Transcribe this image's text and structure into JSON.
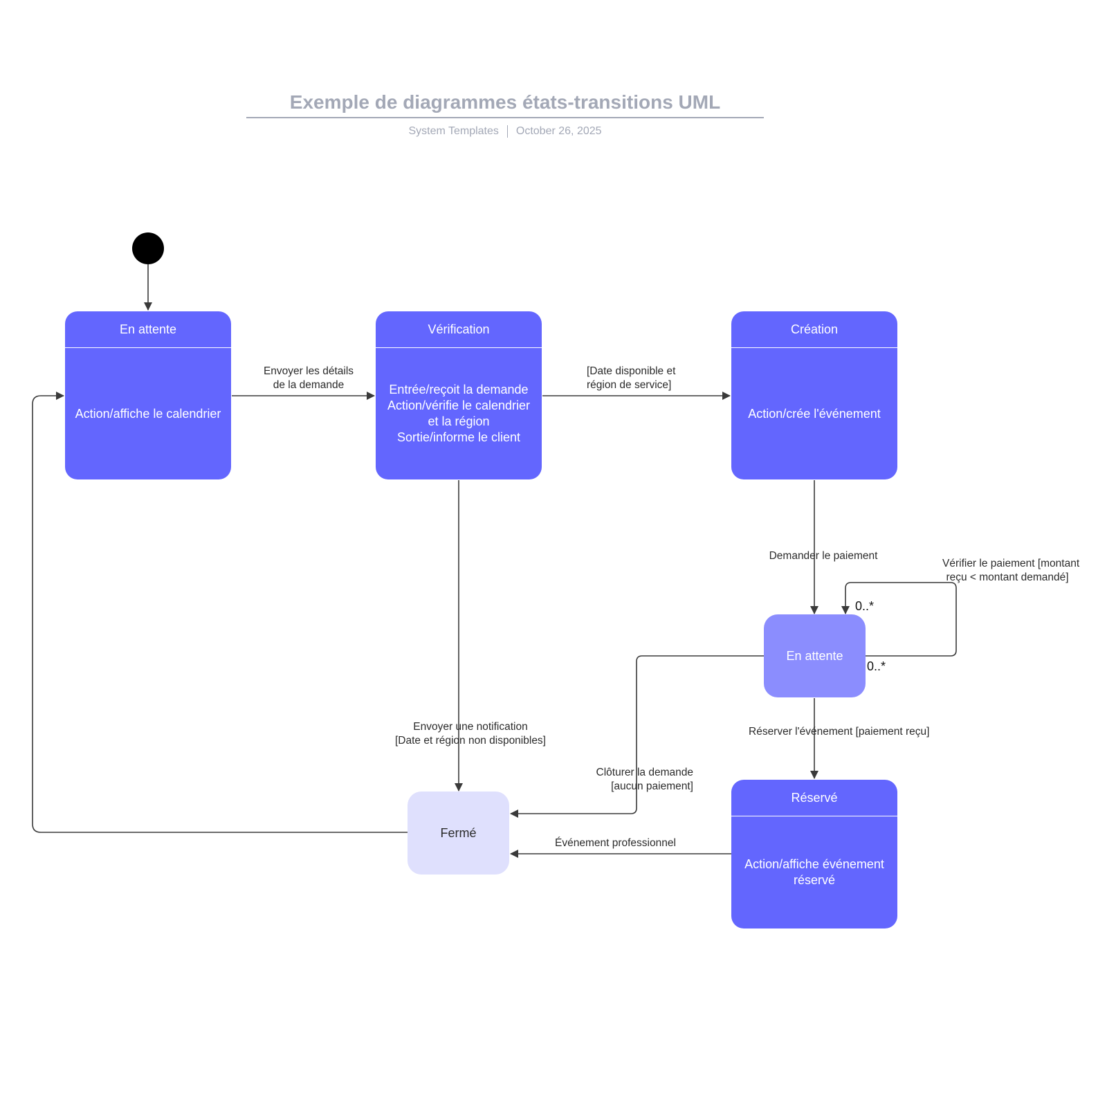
{
  "header": {
    "title": "Exemple de diagrammes états-transitions UML",
    "source": "System Templates",
    "date": "October 26, 2025"
  },
  "colors": {
    "state": "#6366fe",
    "state_light": "#8b8dfe",
    "state_pale": "#dfe0fd",
    "edge": "#3a3a3a",
    "initial": "#000000"
  },
  "states": {
    "en_attente": {
      "title": "En attente",
      "body": [
        "Action/affiche le calendrier"
      ]
    },
    "verification": {
      "title": "Vérification",
      "body": [
        "Entrée/reçoit la demande",
        "Action/vérifie le calendrier",
        "et la région",
        "Sortie/informe le client"
      ]
    },
    "creation": {
      "title": "Création",
      "body": [
        "Action/crée l'événement"
      ]
    },
    "en_attente_2": {
      "title": "En attente"
    },
    "reserve": {
      "title": "Réservé",
      "body": [
        "Action/affiche événement réservé"
      ]
    },
    "ferme": {
      "title": "Fermé"
    }
  },
  "transitions": {
    "envoyer_details": [
      "Envoyer les détails",
      "de la demande"
    ],
    "date_disponible": [
      "[Date disponible et",
      "région de service]"
    ],
    "envoyer_notification": [
      "Envoyer une notification",
      "[Date et région non disponibles]"
    ],
    "demander_paiement": [
      "Demander le paiement"
    ],
    "verifier_paiement": [
      "Vérifier le paiement [montant",
      "reçu < montant demandé]"
    ],
    "reserver_evenement": [
      "Réserver l'événement [paiement reçu]"
    ],
    "cloturer_demande": [
      "Clôturer la demande",
      "[aucun paiement]"
    ],
    "evenement_professionnel": [
      "Événement professionnel"
    ]
  },
  "multiplicity": {
    "top": "0..*",
    "bottom": "0..*"
  }
}
